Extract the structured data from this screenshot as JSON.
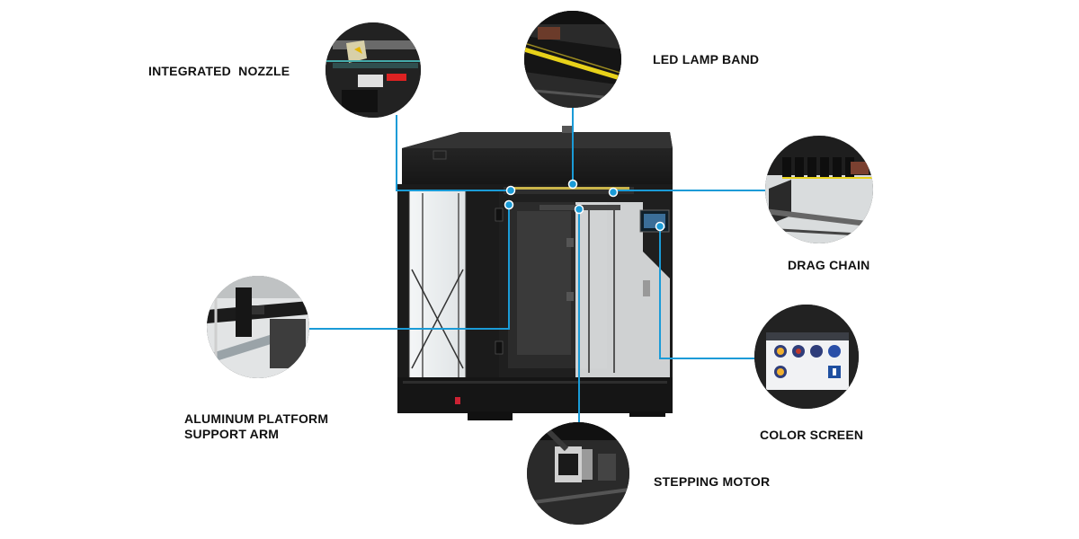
{
  "callouts": {
    "integrated_nozzle": "INTEGRATED  NOZZLE",
    "led_lamp_band": "LED LAMP BAND",
    "drag_chain": "DRAG CHAIN",
    "aluminum_platform_line1": "ALUMINUM PLATFORM",
    "aluminum_platform_line2": "SUPPORT ARM",
    "color_screen": "COLOR SCREEN",
    "stepping_motor": "STEPPING MOTOR"
  },
  "colors": {
    "leader_line": "#1a9bd7",
    "printer_body": "#1c1c1c",
    "background": "#ffffff"
  }
}
